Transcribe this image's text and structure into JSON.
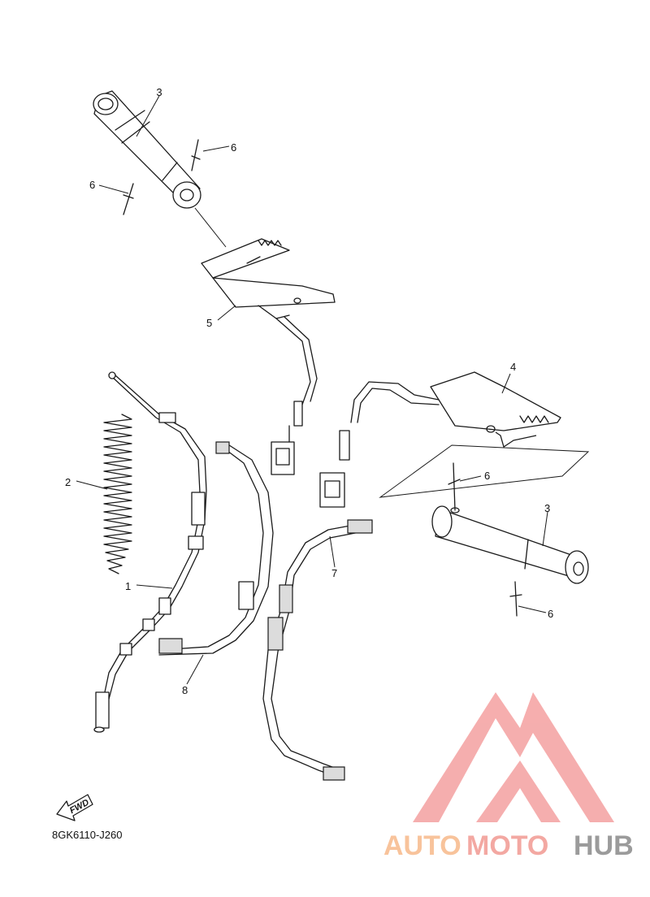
{
  "callouts": {
    "p3_top": "3",
    "p6_top_right": "6",
    "p6_top_left": "6",
    "p5": "5",
    "p4": "4",
    "p2": "2",
    "p1": "1",
    "p8": "8",
    "p7": "7",
    "p6_mid": "6",
    "p3_right": "3",
    "p6_bottom": "6"
  },
  "fwd_label": "FWD",
  "diagram_code": "8GK6110-J260",
  "watermark": {
    "part1": "AUTO",
    "part2": "MOTO",
    "part3": "HUB",
    "color_primary": "#f4a48c",
    "color_secondary": "#f08a8a",
    "color_dark": "#7a7a7a"
  }
}
